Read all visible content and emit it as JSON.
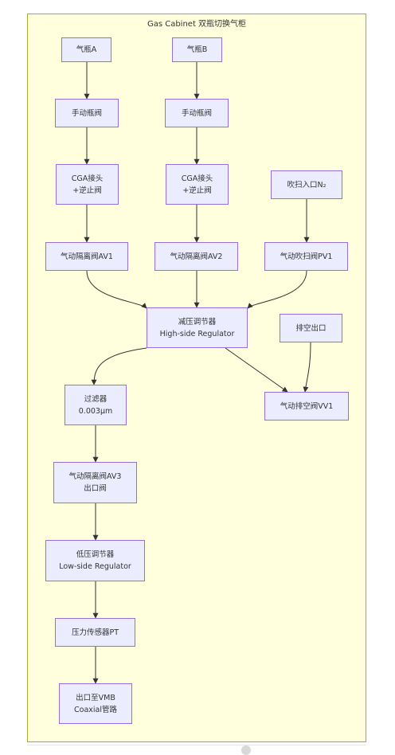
{
  "cluster_title": "Gas Cabinet 双瓶切换气柜",
  "nodes": {
    "cylinder_a": "气瓶A",
    "cylinder_b": "气瓶B",
    "manual_valve_a": "手动瓶阀",
    "manual_valve_b": "手动瓶阀",
    "cga_a": {
      "line1": "CGA接头",
      "line2": "+逆止阀"
    },
    "cga_b": {
      "line1": "CGA接头",
      "line2": "+逆止阀"
    },
    "purge_inlet": "吹扫入口N₂",
    "av1": "气动隔离阀AV1",
    "av2": "气动隔离阀AV2",
    "pv1": "气动吹扫阀PV1",
    "high_regulator": {
      "line1": "减压调节器",
      "line2": "High-side Regulator"
    },
    "vent_outlet": "排空出口",
    "filter": {
      "line1": "过滤器",
      "line2": "0.003μm"
    },
    "vv1": "气动排空阀VV1",
    "av3": {
      "line1": "气动隔离阀AV3",
      "line2": "出口阀"
    },
    "low_regulator": {
      "line1": "低压调节器",
      "line2": "Low-side Regulator"
    },
    "pressure_transducer": "压力传感器PT",
    "outlet_vmb": {
      "line1": "出口至VMB",
      "line2": "Coaxial管路"
    }
  }
}
